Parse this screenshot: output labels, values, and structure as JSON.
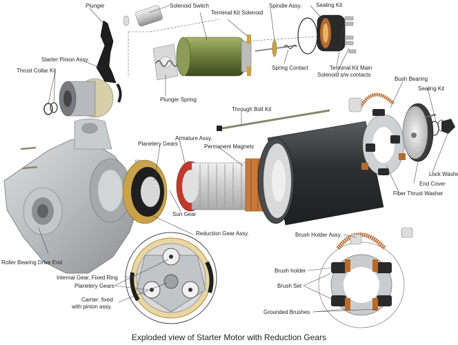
{
  "caption": "Exploded view of Starter Motor with Reduction Gears",
  "labels": {
    "plunger": "Plunger",
    "solenoid_switch": "Solenoid Switch",
    "terminal_kit_solenoid": "Terminal Kit Solenoid",
    "spindle_assy": "Spindle Assy.",
    "sealing_kit_top": "Sealing Kit",
    "starter_pinion_assy": "Starter Pinion Assy.",
    "thrust_collar_kit": "Thrust Collar Kit",
    "spring_contact": "Spring Contact",
    "terminal_kit_main": "Terminal Kit Main",
    "solenoid_sw_contacts": "Solenoid s/w contacts",
    "plunger_spring": "Plunger Spring",
    "bush_bearing": "Bush Bearing",
    "sealing_kit_right": "Sealing Kit",
    "through_bolt_kit": "Through Bolt Kit",
    "armature_assy": "Armature Assy.",
    "planetery_gears_top": "Planetery Gears",
    "permanent_magnets": "Permanent Magnets",
    "lock_washer": "Lock Washer",
    "end_cover": "End Cover",
    "fiber_thrust_washer": "Fiber Thrust Washer",
    "sun_gear": "Sun Gear",
    "reduction_gear_assy": "Reduction Gear Assy.",
    "brush_holder_assy": "Brush Holder Assy.",
    "roller_bearing_drive_end": "Roller Bearing Drive End",
    "internal_gear_fixed_ring": "Internal Gear, Fixed Ring",
    "planetery_gears_bottom": "Planetery Gears",
    "carrier_fixed": "Carrier: fixed",
    "carrier_pinion": "with pinion assy.",
    "brush_holder": "Brush holder",
    "brush_set": "Brush Set",
    "grounded_brushes": "Grounded Brushes"
  },
  "colors": {
    "housing_grey": "#b9bcbf",
    "yoke_dark": "#3a3b3d",
    "armature_copper": "#c87a3a",
    "armature_red": "#c0392b",
    "solenoid_green": "#6b7d3a",
    "brass": "#c9a24a",
    "brush_copper": "#b86a2c"
  }
}
